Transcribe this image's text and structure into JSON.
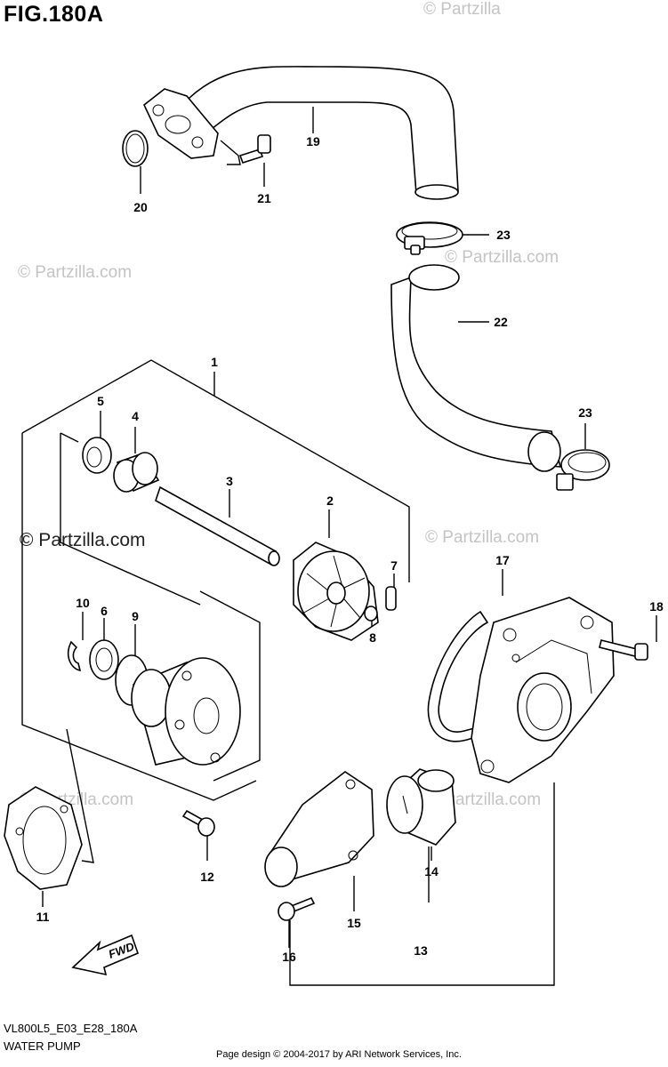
{
  "title": "FIG.180A",
  "footer": {
    "code": "VL800L5_E03_E28_180A",
    "name": "WATER PUMP",
    "copyright": "Page design © 2004-2017 by ARI Network Services, Inc."
  },
  "watermark": {
    "text": "© Partzilla.com",
    "top_text": "© Partzilla"
  },
  "fwd_label": "FWD",
  "callouts": {
    "c1": "1",
    "c2": "2",
    "c3": "3",
    "c4": "4",
    "c5": "5",
    "c6": "6",
    "c7": "7",
    "c8": "8",
    "c9": "9",
    "c10": "10",
    "c11": "11",
    "c12": "12",
    "c13": "13",
    "c14": "14",
    "c15": "15",
    "c16": "16",
    "c17": "17",
    "c18": "18",
    "c19": "19",
    "c20": "20",
    "c21": "21",
    "c22": "22",
    "c23a": "23",
    "c23b": "23"
  }
}
